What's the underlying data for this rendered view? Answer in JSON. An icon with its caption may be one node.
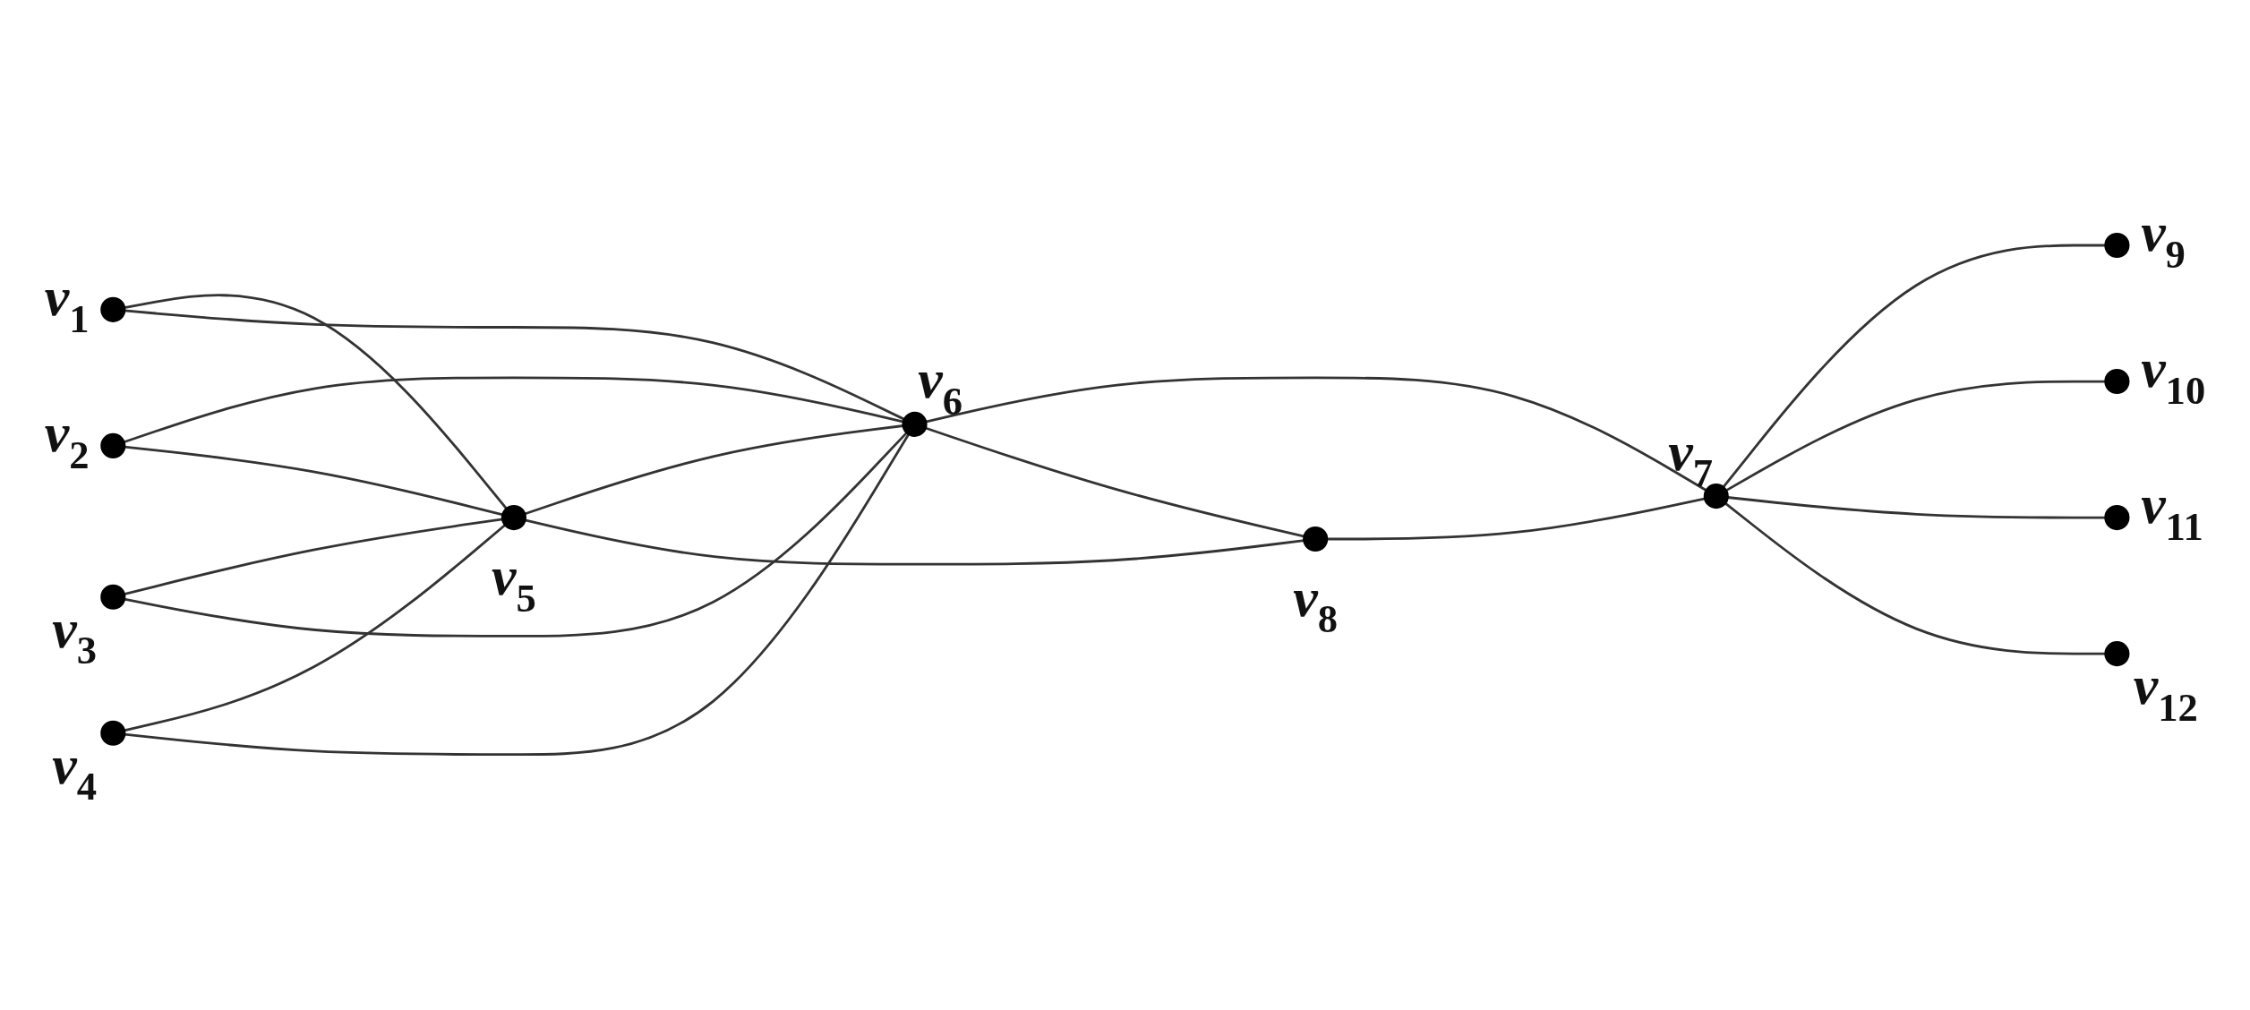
{
  "diagram": {
    "nodes": [
      {
        "text": [],
        "shape": "circle",
        "beside": [
          "*v*$_{1}$"
        ]
      },
      {
        "text": [],
        "shape": "circle",
        "beside": [
          "*v*$_{2}$"
        ]
      },
      {
        "text": [],
        "shape": "circle",
        "beside": [
          "*v*$_{3}$"
        ]
      },
      {
        "text": [],
        "shape": "circle",
        "beside": [
          "*v*$_{4}$"
        ]
      },
      {
        "text": [],
        "shape": "circle",
        "beside": [
          "*v*$_{5}$"
        ]
      },
      {
        "text": [],
        "shape": "circle",
        "beside": [
          "*v*$_{6}$"
        ]
      },
      {
        "text": [],
        "shape": "circle",
        "beside": [
          "*v*$_{7}$"
        ]
      },
      {
        "text": [],
        "shape": "circle",
        "beside": [
          "*v*$_{8}$"
        ]
      },
      {
        "text": [],
        "shape": "circle",
        "beside": [
          "*v*$_{9}$"
        ]
      },
      {
        "text": [],
        "shape": "circle",
        "beside": [
          "*v*$_{10}$"
        ]
      },
      {
        "text": [],
        "shape": "circle",
        "beside": [
          "*v*$_{11}$"
        ]
      },
      {
        "text": [],
        "shape": "circle",
        "beside": [
          "*v*$_{12}$"
        ]
      }
    ],
    "edges": [
      {
        "from": 0,
        "to": 4,
        "arrow": "none"
      },
      {
        "from": 0,
        "to": 5,
        "arrow": "none"
      },
      {
        "from": 1,
        "to": 5,
        "arrow": "none"
      },
      {
        "from": 1,
        "to": 4,
        "arrow": "none"
      },
      {
        "from": 2,
        "to": 4,
        "arrow": "none"
      },
      {
        "from": 2,
        "to": 5,
        "arrow": "none"
      },
      {
        "from": 3,
        "to": 4,
        "arrow": "none"
      },
      {
        "from": 3,
        "to": 5,
        "arrow": "none"
      },
      {
        "from": 4,
        "to": 5,
        "arrow": "none"
      },
      {
        "from": 4,
        "to": 7,
        "arrow": "none"
      },
      {
        "from": 5,
        "to": 6,
        "arrow": "none"
      },
      {
        "from": 5,
        "to": 7,
        "arrow": "none"
      },
      {
        "from": 7,
        "to": 6,
        "arrow": "none"
      },
      {
        "from": 6,
        "to": 8,
        "arrow": "none"
      },
      {
        "from": 6,
        "to": 9,
        "arrow": "none"
      },
      {
        "from": 6,
        "to": 10,
        "arrow": "none"
      },
      {
        "from": 6,
        "to": 11,
        "arrow": "none"
      }
    ]
  }
}
